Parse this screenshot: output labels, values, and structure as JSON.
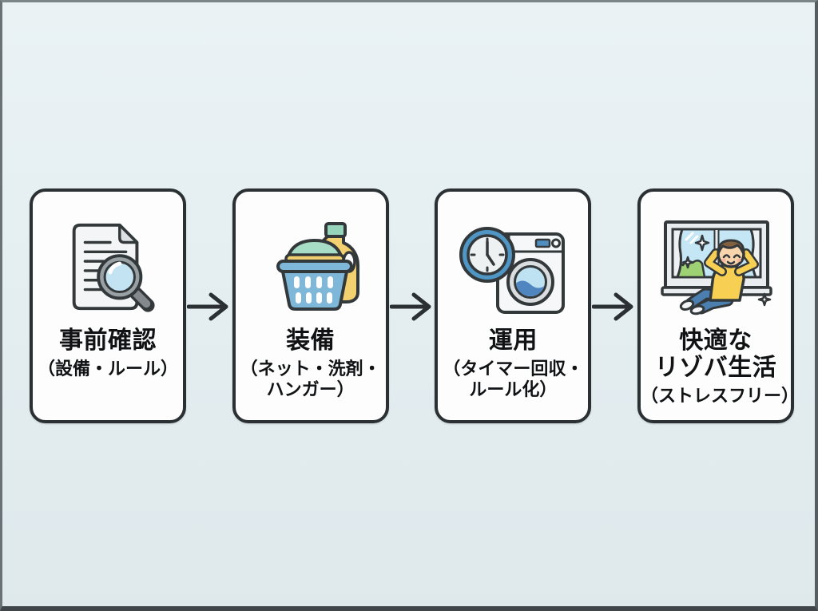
{
  "frame": {
    "background": "#e6eff2",
    "edge_border": "#4a5154"
  },
  "palette": {
    "card_background": "#fdfdfd",
    "card_border": "#2b3033",
    "arrow": "#2b3033",
    "text": "#101214",
    "basket_blue": "#7fb7d9",
    "teal": "#97d4bc",
    "bottle_yellow": "#f3d171",
    "lens_blue": "#c3e3f2",
    "clock_ring_blue": "#4f96c4",
    "water_blue": "#4f86c0",
    "sky_blue": "#c4e6f5",
    "hill_green": "#9ed173",
    "shirt_yellow": "#f6cf53",
    "jeans_blue": "#4a7fb0",
    "hair_brown": "#82603f",
    "skin": "#f8d5ad"
  },
  "steps": [
    {
      "id": "precheck",
      "icon": "document-search-icon",
      "title": "事前確認",
      "subtitle": "（設備・ルール）"
    },
    {
      "id": "equipment",
      "icon": "laundry-supplies-icon",
      "title": "装備",
      "subtitle": "（ネット・洗剤・\nハンガー）"
    },
    {
      "id": "operation",
      "icon": "timer-washing-machine-icon",
      "title": "運用",
      "subtitle": "（タイマー回収・\nルール化）"
    },
    {
      "id": "comfortable-life",
      "icon": "relaxing-person-window-icon",
      "title": "快適な\nリゾバ生活",
      "subtitle": "（ストレスフリー）"
    }
  ],
  "arrow": {
    "symbol": "→"
  }
}
